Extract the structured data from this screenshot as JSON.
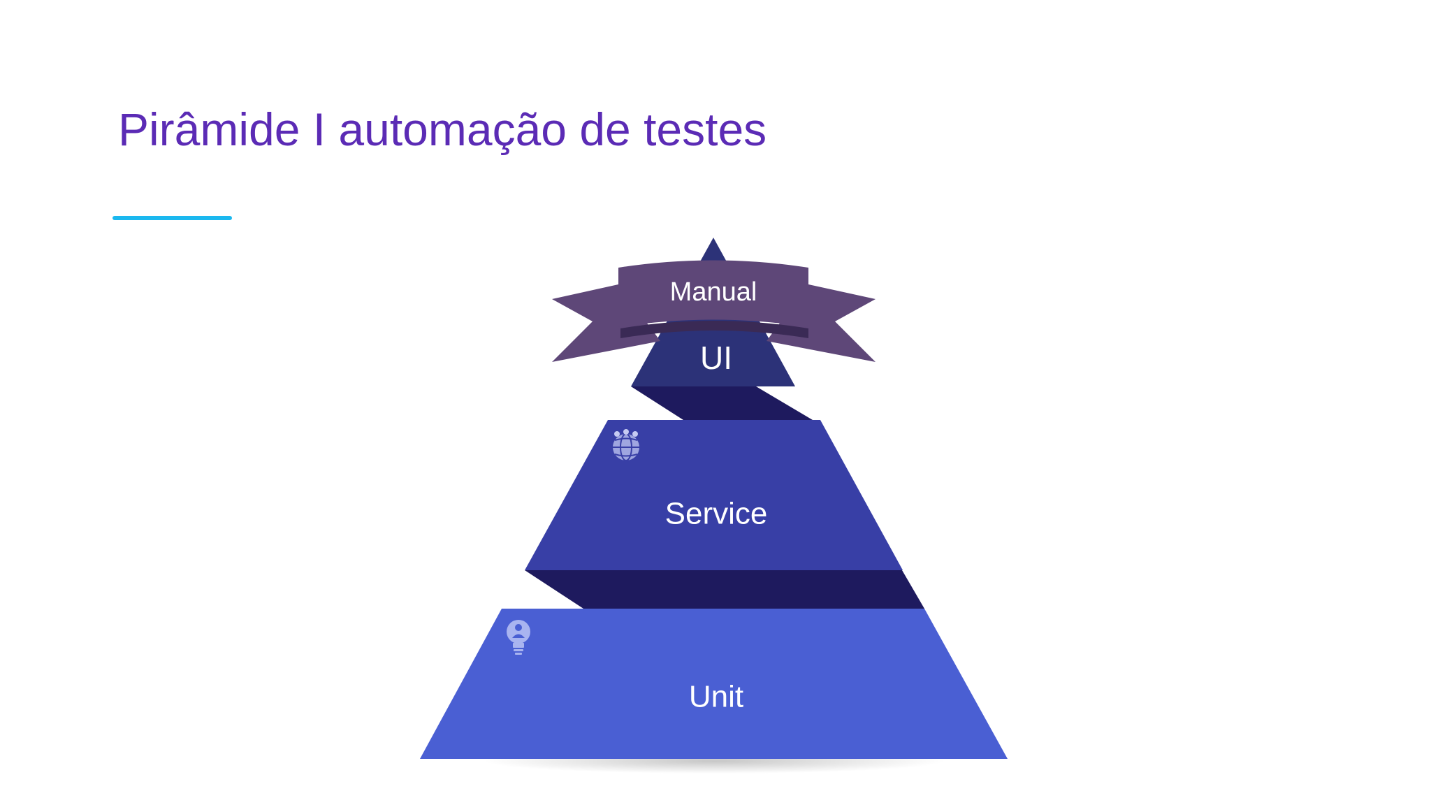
{
  "slide": {
    "title": "Pirâmide I automação de testes"
  },
  "pyramid": {
    "levels": [
      {
        "label": "Manual",
        "color": "#5e4778"
      },
      {
        "label": "UI",
        "color": "#2c3278"
      },
      {
        "label": "Service",
        "color": "#383fa6",
        "icon": "people-globe-icon"
      },
      {
        "label": "Unit",
        "color": "#4a5fd3",
        "icon": "lightbulb-person-icon"
      }
    ],
    "connector_color": "#1e1a5e",
    "accent_color": "#1bb8ef",
    "title_color": "#5b2bb5"
  }
}
